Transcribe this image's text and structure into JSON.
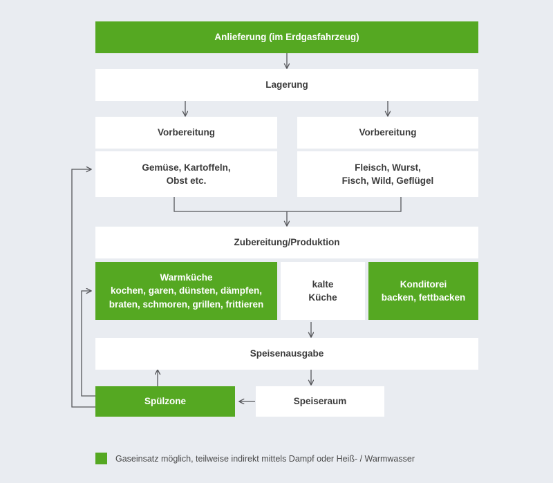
{
  "diagram": {
    "title_node": "Anlieferung (im Erdgasfahrzeug)",
    "colors": {
      "background": "#e9ecf1",
      "green": "#55a822",
      "box_white": "#ffffff",
      "text_dark": "#3c3c3c",
      "text_light": "#ffffff",
      "wire": "#55565a"
    },
    "nodes": [
      {
        "id": "anlieferung",
        "label": "Anlieferung (im Erdgasfahrzeug)",
        "lines": [
          "Anlieferung (im Erdgasfahrzeug)"
        ],
        "style": "green"
      },
      {
        "id": "lagerung",
        "label": "Lagerung",
        "lines": [
          "Lagerung"
        ],
        "style": "white"
      },
      {
        "id": "vorbereitung-l",
        "label": "Vorbereitung",
        "lines": [
          "Vorbereitung"
        ],
        "style": "white"
      },
      {
        "id": "vorbereitung-r",
        "label": "Vorbereitung",
        "lines": [
          "Vorbereitung"
        ],
        "style": "white"
      },
      {
        "id": "gemuese",
        "label": "Gemüse, Kartoffeln, Obst etc.",
        "lines": [
          "Gemüse, Kartoffeln,",
          "Obst etc."
        ],
        "style": "white"
      },
      {
        "id": "fleisch",
        "label": "Fleisch, Wurst, Fisch, Wild, Geflügel",
        "lines": [
          "Fleisch, Wurst,",
          "Fisch, Wild, Geflügel"
        ],
        "style": "white"
      },
      {
        "id": "zubereitung",
        "label": "Zubereitung/Produktion",
        "lines": [
          "Zubereitung/Produktion"
        ],
        "style": "white"
      },
      {
        "id": "warmkueche",
        "label": "Warmküche kochen, garen, dünsten, dämpfen, braten, schmoren, grillen, frittieren",
        "lines": [
          "Warmküche",
          "kochen, garen, dünsten, dämpfen,",
          "braten, schmoren, grillen, frittieren"
        ],
        "style": "green"
      },
      {
        "id": "kaltekueche",
        "label": "kalte Küche",
        "lines": [
          "kalte",
          "Küche"
        ],
        "style": "white"
      },
      {
        "id": "konditorei",
        "label": "Konditorei backen, fettbacken",
        "lines": [
          "Konditorei",
          "backen, fettbacken"
        ],
        "style": "green"
      },
      {
        "id": "speisenausgabe",
        "label": "Speisenausgabe",
        "lines": [
          "Speisenausgabe"
        ],
        "style": "white"
      },
      {
        "id": "spuelzone",
        "label": "Spülzone",
        "lines": [
          "Spülzone"
        ],
        "style": "green"
      },
      {
        "id": "speiseraum",
        "label": "Speiseraum",
        "lines": [
          "Speiseraum"
        ],
        "style": "white"
      }
    ],
    "legend": {
      "swatch_color": "#55a822",
      "text": "Gaseinsatz möglich, teilweise indirekt mittels Dampf oder Heiß- / Warmwasser"
    }
  }
}
